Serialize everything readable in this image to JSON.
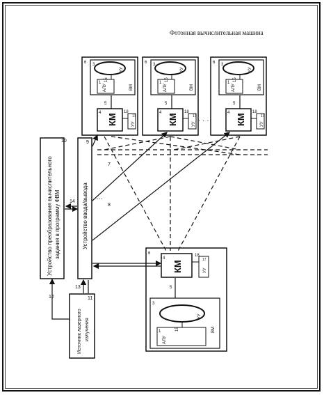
{
  "title": "Фотонная вычислительная машина",
  "device_converter": {
    "num": "10",
    "line1": "Устройство преобразования вычислительного",
    "line2": "задания в программу ФВМ"
  },
  "io_device": {
    "num": "9",
    "label": "Устройство ввода/вывода"
  },
  "laser": {
    "num": "11",
    "line1": "Источник лазерного",
    "line2": "излучения"
  },
  "links": {
    "l12": "12",
    "l13": "13",
    "l14": "14",
    "l7": "7",
    "l8": "8"
  },
  "ellipsis": "…",
  "dots": "· · ·",
  "top_modules": [
    {
      "num6": "6",
      "num3": "3",
      "uu": "УУ",
      "n15": "15",
      "alu": "АЛУ",
      "n1": "1",
      "vm": "ВМ",
      "n5": "5",
      "n4": "4",
      "km": "КМ",
      "n18": "18",
      "uu2": "УУ",
      "n17": "17"
    },
    {
      "num6": "6",
      "num3": "3",
      "uu": "УУ",
      "n15": "15",
      "alu": "АЛУ",
      "n1": "1",
      "vm": "ВМ",
      "n5": "5",
      "n4": "4",
      "km": "КМ",
      "n18": "18",
      "uu2": "УУ",
      "n17": "17"
    },
    {
      "num6": "6",
      "num3": "3",
      "uu": "УУ",
      "n15": "15",
      "alu": "АЛУ",
      "n1": "1",
      "vm": "ВМ",
      "n5": "5",
      "n4": "4",
      "km": "КМ",
      "n18": "18",
      "uu2": "УУ",
      "n17": "17"
    }
  ],
  "bottom_module": {
    "num6": "6",
    "num3": "3",
    "uu": "УУ",
    "n15": "15",
    "alu": "АЛУ",
    "n1": "1",
    "vm": "ВМ",
    "n5": "5",
    "n4": "4",
    "km": "КМ",
    "n18": "18",
    "uu2": "УУ",
    "n17": "17"
  }
}
